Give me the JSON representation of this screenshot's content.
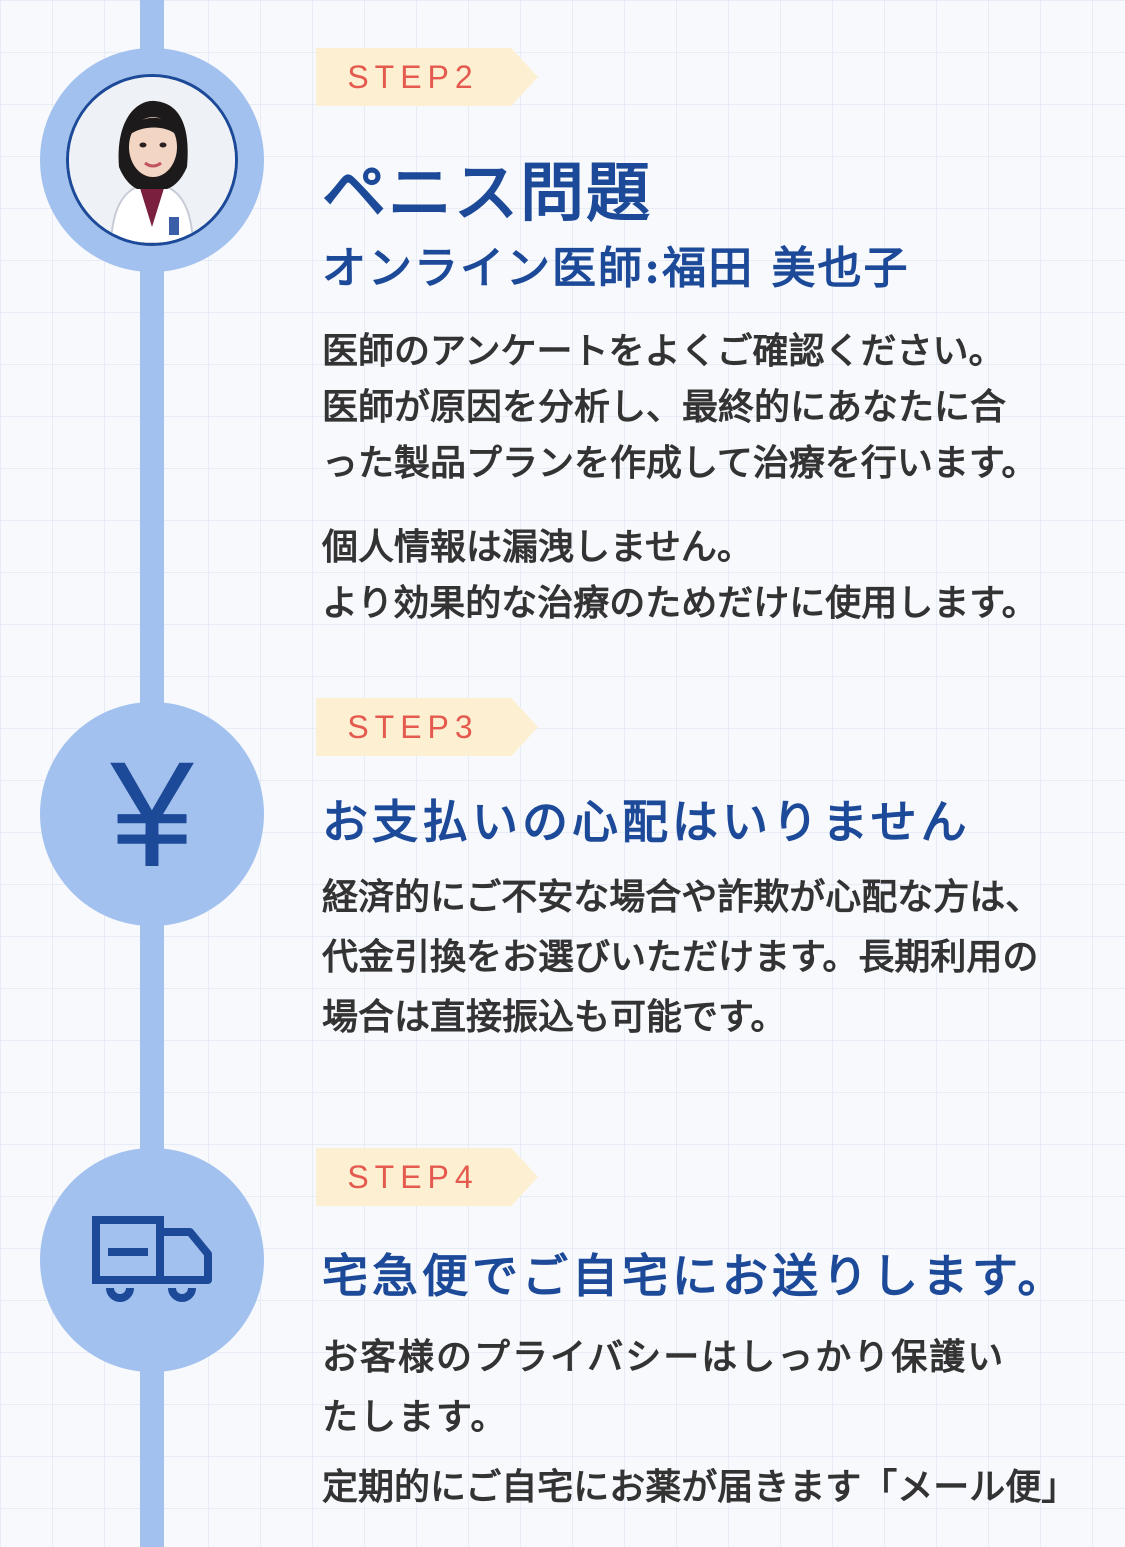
{
  "colors": {
    "accent": "#1d4a98",
    "timeline": "#a3c1ee",
    "step_badge_bg": "#fdf0d2",
    "step_badge_text": "#e55a4e",
    "body_text": "#333333"
  },
  "steps": [
    {
      "label": "STEP2",
      "icon": "doctor-avatar",
      "title": "ペニス問題",
      "subtitle": "オンライン医師:福田 美也子",
      "paragraph1": [
        "医師のアンケートをよくご確認ください。",
        "医師が原因を分析し、最終的にあなたに合",
        "った製品プランを作成して治療を行います。"
      ],
      "paragraph2": [
        "個人情報は漏洩しません。",
        "より効果的な治療のためだけに使用します。"
      ]
    },
    {
      "label": "STEP3",
      "icon": "yen-icon",
      "icon_glyph": "¥",
      "title": "お支払いの心配はいりません",
      "paragraph1": [
        "経済的にご不安な場合や詐欺が心配な方は、",
        "代金引換をお選びいただけます。長期利用の",
        "場合は直接振込も可能です。"
      ]
    },
    {
      "label": "STEP4",
      "icon": "truck-icon",
      "title": "宅急便でご自宅にお送りします。",
      "paragraph1": [
        "お客様のプライバシーはしっかり保護い",
        "たします。"
      ],
      "paragraph2": [
        "定期的にご自宅にお薬が届きます「メール便」"
      ]
    }
  ]
}
